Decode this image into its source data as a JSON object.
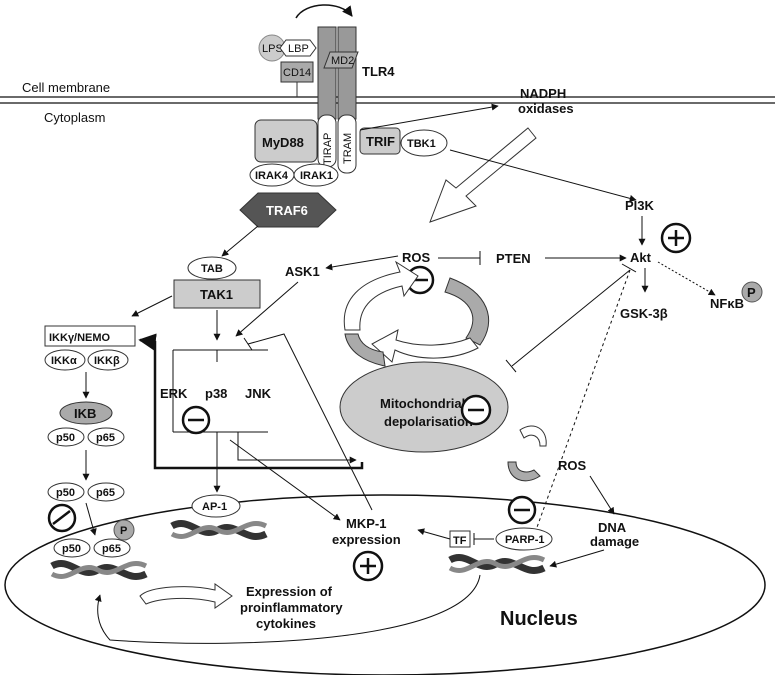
{
  "labels": {
    "cell_membrane": "Cell membrane",
    "cytoplasm": "Cytoplasm",
    "nucleus": "Nucleus",
    "tlr4": "TLR4",
    "lps": "LPS",
    "lbp": "LBP",
    "md2": "MD2",
    "cd14": "CD14",
    "myd88": "MyD88",
    "tirap": "TIRAP",
    "tram": "TRAM",
    "trif": "TRIF",
    "tbk1": "TBK1",
    "irak4": "IRAK4",
    "irak1": "IRAK1",
    "traf6": "TRAF6",
    "nadph_line1": "NADPH",
    "nadph_line2": "oxidases",
    "pi3k": "PI3K",
    "akt": "Akt",
    "nfkb": "NFκB",
    "p_mark": "P",
    "gsk3b": "GSK-3β",
    "ros_top": "ROS",
    "pten": "PTEN",
    "ask1": "ASK1",
    "tab": "TAB",
    "tak1": "TAK1",
    "ikk_nemo": "IKKγ/NEMO",
    "ikka": "IKKα",
    "ikkb": "IKKβ",
    "ikb": "IKB",
    "p50": "p50",
    "p65": "p65",
    "erk": "ERK",
    "p38": "p38",
    "jnk": "JNK",
    "mito_line1": "Mitochondrial",
    "mito_line2": "depolarisation",
    "ros_mito": "ROS",
    "dna_damage_line1": "DNA",
    "dna_damage_line2": "damage",
    "parp1": "PARP-1",
    "tf": "TF",
    "mkp1_line1": "MKP-1",
    "mkp1_line2": "expression",
    "ap1": "AP-1",
    "expr_line1": "Expression of",
    "expr_line2": "proinflammatory",
    "expr_line3": "cytokines"
  }
}
